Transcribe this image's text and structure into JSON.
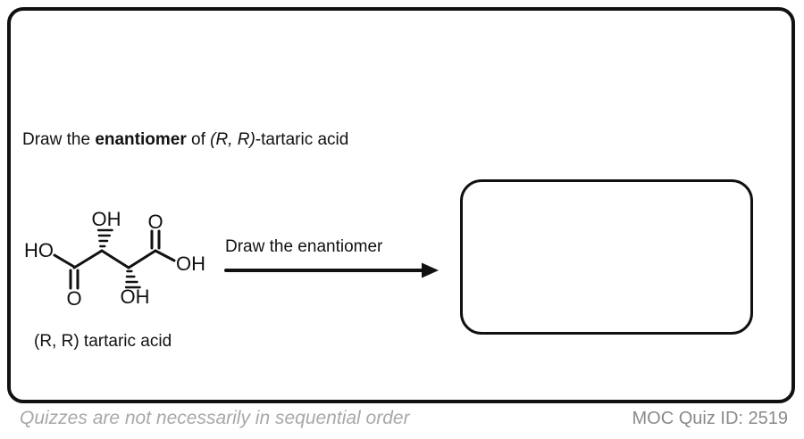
{
  "title": {
    "prefix": "Draw the ",
    "bold": "enantiomer",
    "mid": " of ",
    "italic": "(R, R)",
    "suffix": "-tartaric acid"
  },
  "molecule": {
    "caption": "(R, R) tartaric acid",
    "labels": {
      "ho_left": "HO",
      "o_left": "O",
      "oh_top": "OH",
      "o_right": "O",
      "oh_bottom": "OH",
      "oh_right": "OH"
    }
  },
  "reaction": {
    "arrow_label": "Draw the enantiomer"
  },
  "footer": {
    "left_note": "Quizzes are not necessarily in sequential order",
    "quiz_id": "MOC Quiz ID: 2519"
  },
  "colors": {
    "ink": "#111111",
    "note_gray": "#a8a8a8",
    "id_gray": "#8a8a8a"
  }
}
